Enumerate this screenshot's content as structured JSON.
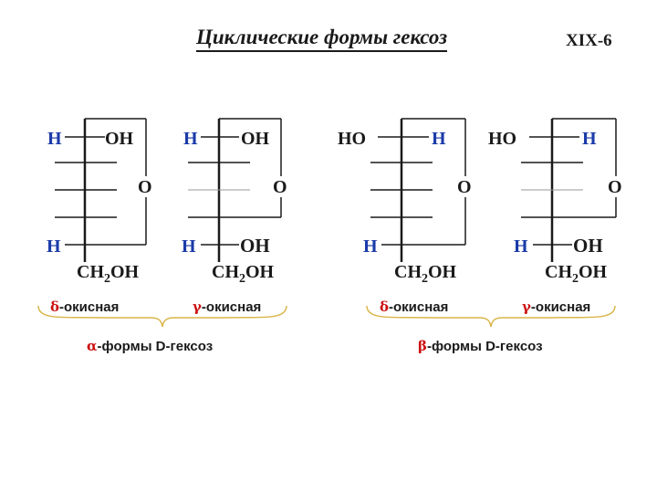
{
  "title": "Циклические формы гексоз",
  "slide_number": "XIX-6",
  "colors": {
    "ink": "#1a1a1a",
    "hydrogen_blue": "#1a3aa8",
    "greek_red": "#cc1111",
    "brace_gold": "#d9b64a"
  },
  "atoms": {
    "H": "H",
    "OH": "OH",
    "HO": "HO",
    "O": "O",
    "CH": "CH",
    "sub2": "2",
    "tail": "OH"
  },
  "structures": [
    {
      "form": "alpha-delta",
      "top_left": "H",
      "top_right": "OH",
      "bottom_left": "H",
      "bottom_right": ""
    },
    {
      "form": "alpha-gamma",
      "top_left": "H",
      "top_right": "OH",
      "bottom_left": "H",
      "bottom_right": "OH"
    },
    {
      "form": "beta-delta",
      "top_left": "HO",
      "top_right": "H",
      "bottom_left": "H",
      "bottom_right": ""
    },
    {
      "form": "beta-gamma",
      "top_left": "HO",
      "top_right": "H",
      "bottom_left": "H",
      "bottom_right": "OH"
    }
  ],
  "labels": {
    "delta_symbol": "δ",
    "gamma_symbol": "γ",
    "oxide_suffix": "-окисная",
    "alpha_symbol": "α",
    "beta_symbol": "β",
    "forms_suffix": "-формы D-гексоз"
  }
}
